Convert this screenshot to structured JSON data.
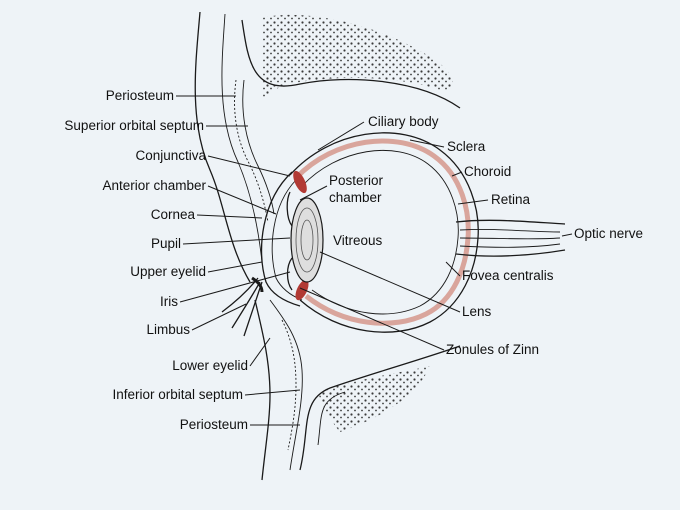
{
  "colors": {
    "background": "#eef3f7",
    "choroid_band": "#d9a59c",
    "ciliary_muscle": "#b23a34",
    "ink": "#1a1a1a"
  },
  "labels": {
    "periosteum_top": "Periosteum",
    "superior_orbital_septum": "Superior orbital septum",
    "conjunctiva": "Conjunctiva",
    "anterior_chamber": "Anterior chamber",
    "cornea": "Cornea",
    "pupil": "Pupil",
    "upper_eyelid": "Upper eyelid",
    "iris": "Iris",
    "limbus": "Limbus",
    "lower_eyelid": "Lower eyelid",
    "inferior_orbital_septum": "Inferior orbital septum",
    "periosteum_bottom": "Periosteum",
    "ciliary_body": "Ciliary body",
    "sclera": "Sclera",
    "choroid": "Choroid",
    "retina": "Retina",
    "optic_nerve": "Optic nerve",
    "posterior_chamber": "Posterior chamber",
    "vitreous": "Vitreous",
    "fovea_centralis": "Fovea centralis",
    "lens": "Lens",
    "zonules_of_zinn": "Zonules of Zinn"
  }
}
